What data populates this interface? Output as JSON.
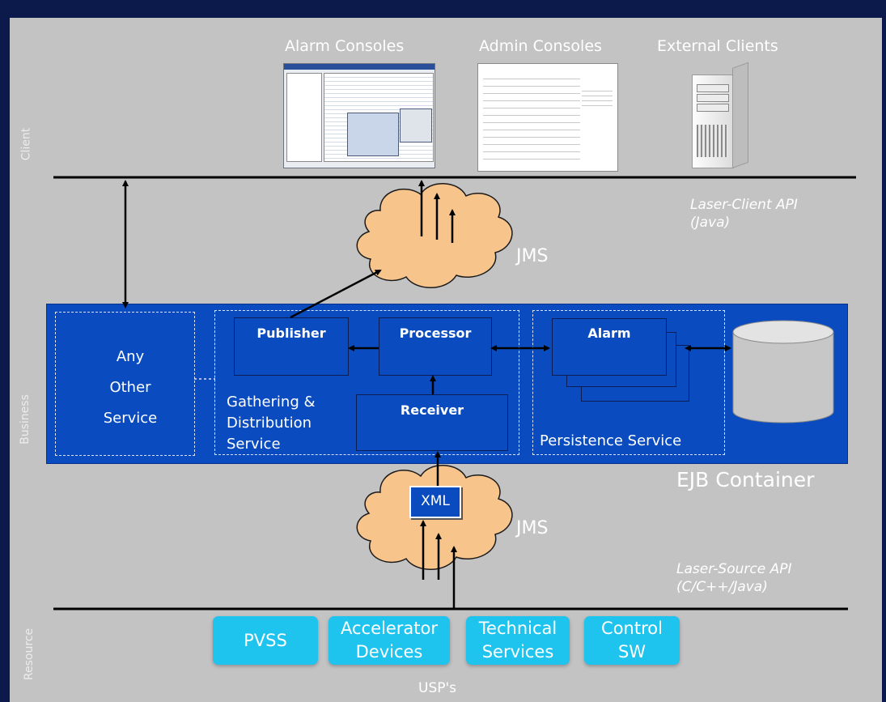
{
  "layers": {
    "client": "Client",
    "business": "Business",
    "resource": "Resource"
  },
  "clients": {
    "alarm": "Alarm Consoles",
    "admin": "Admin Consoles",
    "external": "External Clients"
  },
  "apis": {
    "client_api": {
      "line1": "Laser-Client API",
      "line2": "(Java)"
    },
    "source_api": {
      "line1": "Laser-Source API",
      "line2": "(C/C++/Java)"
    }
  },
  "jms_top": "JMS",
  "jms_bottom": "JMS",
  "xml_label": "XML",
  "ejb_label": "EJB Container",
  "services": {
    "other": {
      "line1": "Any",
      "line2": "Other",
      "line3": "Service"
    },
    "gathering": {
      "line1": "Gathering &",
      "line2": "Distribution",
      "line3": "Service"
    },
    "persistence": "Persistence Service"
  },
  "nodes": {
    "publisher": "Publisher",
    "processor": "Processor",
    "receiver": "Receiver",
    "alarm": "Alarm"
  },
  "resources": [
    {
      "line1": "PVSS",
      "line2": ""
    },
    {
      "line1": "Accelerator",
      "line2": "Devices"
    },
    {
      "line1": "Technical",
      "line2": "Services"
    },
    {
      "line1": "Control",
      "line2": "SW"
    }
  ],
  "usps": "USP's",
  "colors": {
    "background": "#0b1a4a",
    "panel": "#c3c3c3",
    "container": "#0a4cbf",
    "cloud": "#f7c48c",
    "resource": "#1ec3ee"
  }
}
